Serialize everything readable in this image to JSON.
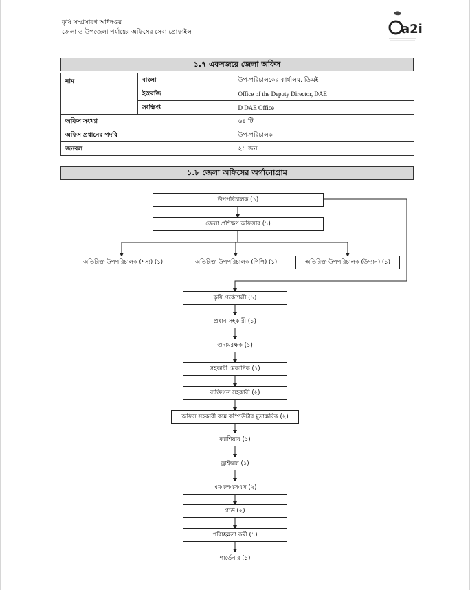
{
  "header": {
    "line1": "কৃষি সম্প্রসারণ অধিদপ্তর",
    "line2": "জেলা ও উপজেলা পর্যায়ের অফিসের সেবা প্রোফাইল"
  },
  "logo": {
    "mark": "a2i"
  },
  "section1": {
    "title": "১.৭ একনজরে জেলা অফিস",
    "rows": {
      "name_label": "নাম",
      "bangla_label": "বাংলা",
      "bangla_value": "উপ-পরিচালকের কার্যালয়, ডিএই",
      "english_label": "ইংরেজি",
      "english_value": "Office of the Deputy Director, DAE",
      "short_label": "সংক্ষিপ্ত",
      "short_value": "D DAE Office",
      "count_label": "অফিস সংখ্যা",
      "count_value": "৬৪ টি",
      "head_label": "অফিস প্রধানের পদবি",
      "head_value": "উপ-পরিচালক",
      "manpower_label": "জনবল",
      "manpower_value": "২১ জন"
    }
  },
  "section2": {
    "title": "১.৮ জেলা অফিসের অর্গানোগ্রাম",
    "top": [
      "উপপরিচালক (১)",
      "জেলা প্রশিক্ষণ অফিসার (১)"
    ],
    "branches": [
      "অতিরিক্ত উপপরিচালক (শস্য) (১)",
      "অতিরিক্ত উপপরিচালক (পিপি) (১)",
      "অতিরিক্ত উপপরিচালক (উদ্যান) (১)"
    ],
    "chain": [
      "কৃষি প্রকৌশলী (১)",
      "প্রধান সহকারী (১)",
      "গুদামরক্ষক (১)",
      "সহকারী মেকানিক (১)",
      "ব্যক্তিগত সহকারী (২)",
      "অফিস সহকারী কাম কম্পিউটার মুদ্রাক্ষরিক (২)",
      "ক্যাশিয়ার (১)",
      "ড্রাইভার (১)",
      "এমএলএসএস (২)",
      "গার্ড (২)",
      "পরিচ্ছন্নতা কর্মী (১)",
      "গার্ডেনার (১)"
    ]
  }
}
